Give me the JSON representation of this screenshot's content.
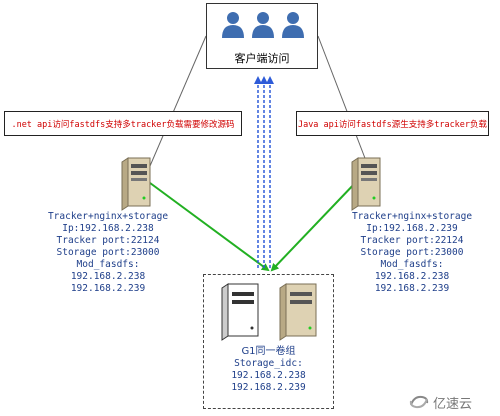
{
  "client": {
    "label": "客户端访问",
    "icon": "users-icon"
  },
  "notes": {
    "left": ".net api访问fastdfs支持多tracker负载需要修改源码",
    "right": "Java api访问fastdfs源生支持多tracker负载"
  },
  "servers": {
    "left": {
      "title": "Tracker+nginx+storage",
      "ip": "Ip:192.168.2.238",
      "tracker_port": "Tracker port:22124",
      "storage_port": "Storage port:23000",
      "mod": "Mod_fasdfs:",
      "mod_ip_1": "192.168.2.238",
      "mod_ip_2": "192.168.2.239"
    },
    "right": {
      "title": "Tracker+nginx+storage",
      "ip": "Ip:192.168.2.239",
      "tracker_port": "Tracker port:22124",
      "storage_port": "Storage port:23000",
      "mod": "Mod_fasdfs:",
      "mod_ip_1": "192.168.2.238",
      "mod_ip_2": "192.168.2.239"
    }
  },
  "group": {
    "title": "G1同一卷组",
    "subtitle": "Storage_idc:",
    "ip_1": "192.168.2.238",
    "ip_2": "192.168.2.239"
  },
  "colors": {
    "note_text": "#d00000",
    "server_text": "#1f3f8a",
    "green_arrow": "#22b022",
    "blue_dashed": "#2e5bd8"
  },
  "watermark": {
    "text": "亿速云",
    "icon": "yisu-logo-icon"
  }
}
